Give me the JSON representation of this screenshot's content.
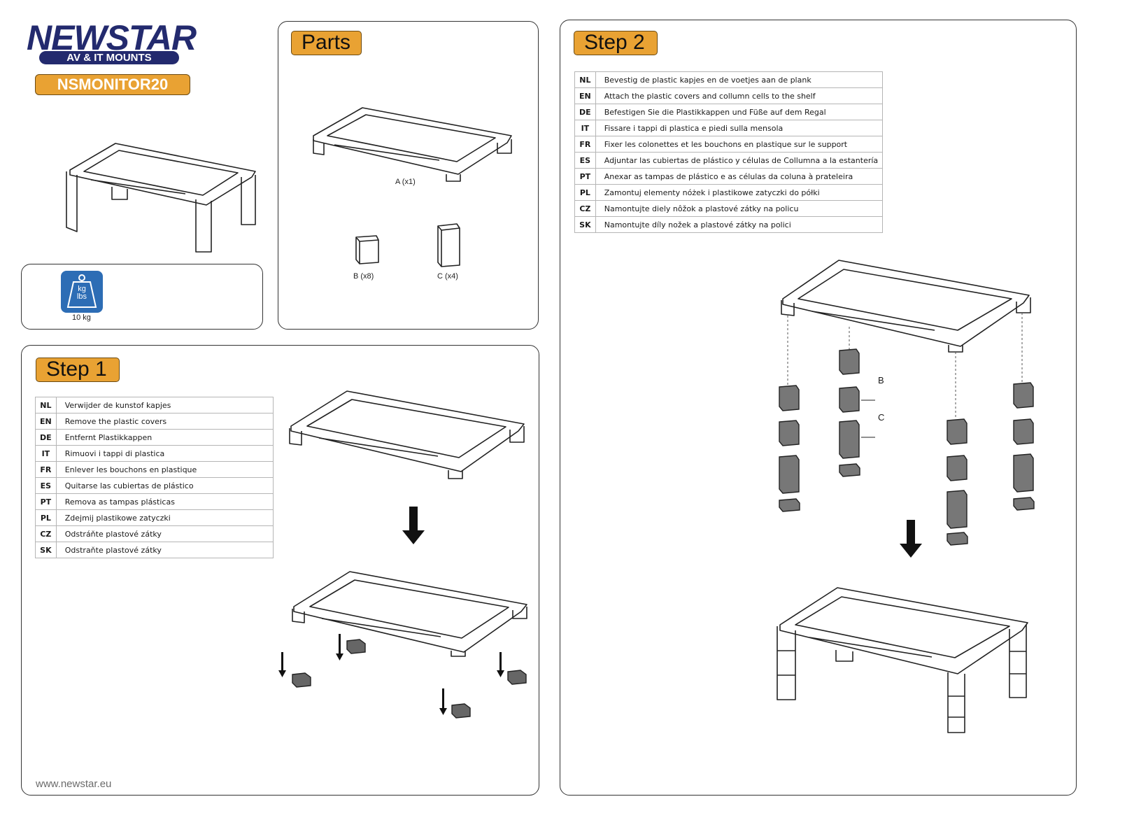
{
  "brand": {
    "logo_word": "NEWSTAR",
    "logo_sub": "AV & IT MOUNTS",
    "model": "NSMONITOR20"
  },
  "capacity": {
    "icon_units_top": "kg",
    "icon_units_bottom": "lbs",
    "weight": "10 kg"
  },
  "parts": {
    "title": "Parts",
    "a_label": "A (x1)",
    "b_label": "B (x8)",
    "c_label": "C (x4)"
  },
  "step1": {
    "title": "Step 1",
    "rows": [
      {
        "code": "NL",
        "text": "Verwijder de kunstof kapjes"
      },
      {
        "code": "EN",
        "text": "Remove the plastic covers"
      },
      {
        "code": "DE",
        "text": "Entfernt Plastikkappen"
      },
      {
        "code": "IT",
        "text": "Rimuovi i tappi di plastica"
      },
      {
        "code": "FR",
        "text": "Enlever les bouchons en plastique"
      },
      {
        "code": "ES",
        "text": "Quitarse las cubiertas de plástico"
      },
      {
        "code": "PT",
        "text": "Remova as tampas plásticas"
      },
      {
        "code": "PL",
        "text": "Zdejmij plastikowe zatyczki"
      },
      {
        "code": "CZ",
        "text": "Odstráňte plastové zátky"
      },
      {
        "code": "SK",
        "text": "Odstraňte plastové zátky"
      }
    ]
  },
  "step2": {
    "title": "Step 2",
    "rows": [
      {
        "code": "NL",
        "text": "Bevestig de plastic kapjes en de voetjes aan de plank"
      },
      {
        "code": "EN",
        "text": "Attach the plastic covers and collumn cells to the shelf"
      },
      {
        "code": "DE",
        "text": "Befestigen Sie die Plastikkappen und Füße auf dem Regal"
      },
      {
        "code": "IT",
        "text": "Fissare i tappi di plastica e piedi sulla mensola"
      },
      {
        "code": "FR",
        "text": "Fixer les colonettes et les bouchons en plastique sur le support"
      },
      {
        "code": "ES",
        "text": "Adjuntar las cubiertas de plástico y células de Collumna a la estantería"
      },
      {
        "code": "PT",
        "text": "Anexar as tampas de plástico e as células da coluna à prateleira"
      },
      {
        "code": "PL",
        "text": "Zamontuj elementy nóżek i plastikowe zatyczki  do półki"
      },
      {
        "code": "CZ",
        "text": "Namontujte diely nôžok a plastové zátky na policu"
      },
      {
        "code": "SK",
        "text": "Namontujte díly nožek a plastové zátky na polici"
      }
    ],
    "label_b": "B",
    "label_c": "C"
  },
  "footer": {
    "url": "www.newstar.eu"
  },
  "colors": {
    "accent": "#e9a233",
    "brand_navy": "#232a6e",
    "icon_blue": "#2d6db5"
  }
}
